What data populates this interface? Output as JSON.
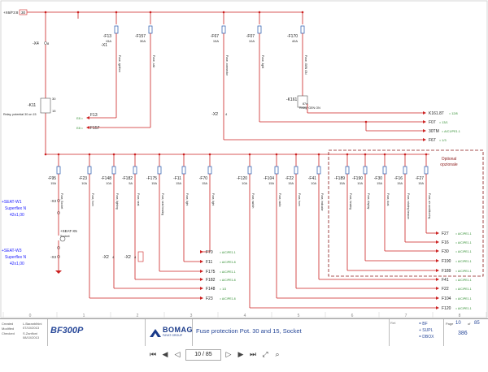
{
  "colors": {
    "wire": "#cc2222",
    "fuse": "#2255aa",
    "text": "#222222",
    "green": "#2a8a2a",
    "dash": "#8b1a1a",
    "blue": "#1a1aff"
  },
  "supply": {
    "label": "+X6/F3:8",
    "num": "30"
  },
  "relay_k11": {
    "ref": "-K11",
    "desc": "Relay, potential 30 on 15",
    "pins_top": "30",
    "pins_bot": "15"
  },
  "relay_k161": {
    "ref": "-K161",
    "desc": "Relay, GEN ON",
    "pins": "87a"
  },
  "x4": {
    "ref": "-X4",
    "pin": "8"
  },
  "x1": {
    "ref": "-X1"
  },
  "x2": {
    "ref": "-X2",
    "pin": "4"
  },
  "top_fuses": [
    {
      "ref": "-F13",
      "amp": "15A",
      "desc": "Fuse, ignition"
    },
    {
      "ref": "-F157",
      "amp": "30A",
      "desc": "Fuse, cab"
    },
    {
      "ref": "-F67",
      "amp": "15A",
      "desc": "Fuse, connector"
    },
    {
      "ref": "-F07",
      "amp": "10A",
      "desc": "Fuse, light"
    },
    {
      "ref": "-F170",
      "amp": "40A",
      "desc": "Fuse, GEN ON"
    }
  ],
  "bottom_fuses": [
    {
      "ref": "-F95",
      "amp": "15A",
      "desc": "Fuse, Socket"
    },
    {
      "ref": "-F23",
      "amp": "10A",
      "desc": "Fuse, horn"
    },
    {
      "ref": "-F148",
      "amp": "10A",
      "desc": "Fuse, lighting"
    },
    {
      "ref": "-F182",
      "amp": "5A",
      "desc": "Fuse, seat"
    },
    {
      "ref": "-F175",
      "amp": "15A",
      "desc": "Fuse, seat heating"
    },
    {
      "ref": "-F11",
      "amp": "15A",
      "desc": "Fuse, light"
    },
    {
      "ref": "-F70",
      "amp": "15A",
      "desc": "Fuse, light"
    },
    {
      "ref": "-F120",
      "amp": "10A",
      "desc": "Fuse, switch"
    },
    {
      "ref": "-F104",
      "amp": "15A",
      "desc": "Fuse, radio"
    },
    {
      "ref": "-F22",
      "amp": "15A",
      "desc": "Fuse, horn"
    },
    {
      "ref": "-F41",
      "amp": "10A",
      "desc": "Fuse, indicator"
    },
    {
      "ref": "-F189",
      "amp": "15A",
      "desc": "Fuse, heating"
    },
    {
      "ref": "-F190",
      "amp": "10A",
      "desc": "Fuse, display"
    },
    {
      "ref": "-F30",
      "amp": "15A",
      "desc": "Fuse, dust"
    },
    {
      "ref": "-F16",
      "amp": "15A",
      "desc": "Fuse, rotating beacon"
    },
    {
      "ref": "-F27",
      "amp": "15A",
      "desc": "Fuse, air conditioning"
    }
  ],
  "outputs_top": [
    {
      "ref": "K161.87",
      "xref": "= 12/8"
    },
    {
      "ref": "F07",
      "xref": "= 13/1"
    },
    {
      "ref": "30TM",
      "xref": "= A/C1/PE1.1"
    },
    {
      "ref": "F67",
      "xref": "= 1/3"
    }
  ],
  "outputs_left": [
    {
      "ref": "F13",
      "xref": "E8 ="
    },
    {
      "ref": "F157",
      "xref": "E8 ="
    }
  ],
  "outputs_bottom": [
    {
      "ref": "F27",
      "xref": "= A/C/PE1.1"
    },
    {
      "ref": "F16",
      "xref": "= A/C/PE1.1"
    },
    {
      "ref": "F30",
      "xref": "= A/C/PE1.1"
    },
    {
      "ref": "F190",
      "xref": "= A/C/PE1.1"
    },
    {
      "ref": "F189",
      "xref": "= A/C/PE1.1"
    },
    {
      "ref": "F41",
      "xref": "= A/C/PE1.1"
    },
    {
      "ref": "F22",
      "xref": "= A/C/PE1.1"
    },
    {
      "ref": "F104",
      "xref": "= A/C/PE1.1"
    },
    {
      "ref": "F120",
      "xref": "= A/C/PE1.1"
    },
    {
      "ref": "F70",
      "xref": "= A/C/PE1.1"
    },
    {
      "ref": "F11",
      "xref": "= A/C/PE1.8"
    },
    {
      "ref": "F175",
      "xref": "= A/C/PE1.1"
    },
    {
      "ref": "F182",
      "xref": "= A/C/PE1.8"
    },
    {
      "ref": "F148",
      "xref": "= 1/3"
    },
    {
      "ref": "F23",
      "xref": "= A/C/PE1.8"
    }
  ],
  "seats": [
    {
      "ref": "+SEAT-W1",
      "line1": "Superflex N",
      "line2": "42x1,00",
      "term": "-X3"
    },
    {
      "ref": "+SEAT-W3",
      "line1": "Superflex N",
      "line2": "42x1,00",
      "term": "-X3"
    }
  ],
  "socket": {
    "ref": "+SEAT-X5",
    "desc": "Socket"
  },
  "x2_left": {
    "ref": "-X2",
    "pin": "4"
  },
  "x2_right": {
    "ref": "-X2",
    "pin": "4"
  },
  "optional": {
    "line1": "Optional",
    "line2": "opzionale"
  },
  "title_block": {
    "created_label": "Created",
    "created_name": "L.Baranblhini",
    "created_date": "07/10/2013",
    "modified_label": "Modified",
    "checked_label": "Checked",
    "checked_name": "S.Zanfloni",
    "checked_date": "08/10/2013",
    "project": "BF300P",
    "brand": "BOMAG",
    "brand_sub": "FAYAT GROUP",
    "sheet_title": "Fuse protection Pot. 30 and 15, Socket",
    "col_numbers": [
      "0",
      "1",
      "2",
      "3",
      "4",
      "5",
      "6",
      "7",
      "8",
      "9"
    ],
    "sheet_label": "Page",
    "sheet_of": "of",
    "sheet_num": "10",
    "sheet_total": "85",
    "code1": "= BF",
    "code2": "+ SUPL",
    "code3": "= DBOX",
    "doc_num": "386"
  },
  "viewer": {
    "page_display": "10 / 85"
  }
}
